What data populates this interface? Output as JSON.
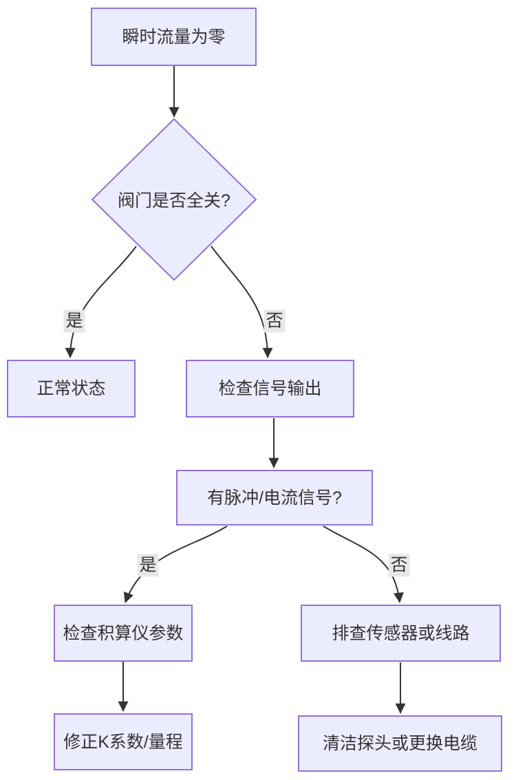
{
  "diagram": {
    "type": "flowchart",
    "direction": "top-down",
    "colors": {
      "node_fill": "#ECECFF",
      "node_border": "#9370DB",
      "edge_line": "#333333",
      "edge_label_bg": "#e8e8e8",
      "text": "#333333",
      "background": "#ffffff"
    },
    "nodes": [
      {
        "id": "A",
        "shape": "rect",
        "label": "瞬时流量为零"
      },
      {
        "id": "B",
        "shape": "diamond",
        "label": "阀门是否全关?"
      },
      {
        "id": "C",
        "shape": "rect",
        "label": "正常状态"
      },
      {
        "id": "D",
        "shape": "rect",
        "label": "检查信号输出"
      },
      {
        "id": "E",
        "shape": "rect",
        "label": "有脉冲/电流信号?"
      },
      {
        "id": "F",
        "shape": "rect",
        "label": "检查积算仪参数"
      },
      {
        "id": "G",
        "shape": "rect",
        "label": "排查传感器或线路"
      },
      {
        "id": "H",
        "shape": "rect",
        "label": "修正K系数/量程"
      },
      {
        "id": "I",
        "shape": "rect",
        "label": "清洁探头或更换电缆"
      }
    ],
    "edges": [
      {
        "from": "A",
        "to": "B",
        "label": ""
      },
      {
        "from": "B",
        "to": "C",
        "label": "是"
      },
      {
        "from": "B",
        "to": "D",
        "label": "否"
      },
      {
        "from": "D",
        "to": "E",
        "label": ""
      },
      {
        "from": "E",
        "to": "F",
        "label": "是"
      },
      {
        "from": "E",
        "to": "G",
        "label": "否"
      },
      {
        "from": "F",
        "to": "H",
        "label": ""
      },
      {
        "from": "G",
        "to": "I",
        "label": ""
      }
    ]
  }
}
